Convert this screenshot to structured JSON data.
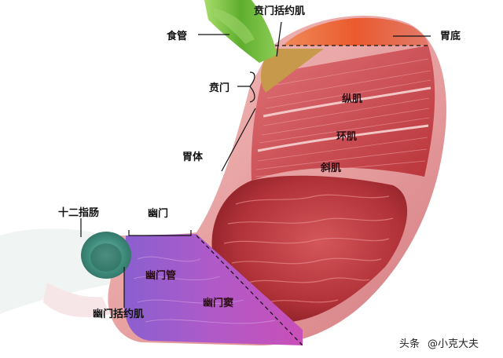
{
  "labels": {
    "cardia_sphincter": "贲门括约肌",
    "esophagus": "食管",
    "fundus": "胃底",
    "cardia": "贲门",
    "longitudinal_muscle": "纵肌",
    "circular_muscle": "环肌",
    "oblique_muscle": "斜肌",
    "gastric_body": "胃体",
    "duodenum": "十二指肠",
    "pylorus": "幽门",
    "pyloric_canal": "幽门管",
    "pyloric_antrum": "幽门窦",
    "pyloric_sphincter": "幽门括约肌"
  },
  "watermark": {
    "source": "头条",
    "handle": "@小克大夫"
  },
  "colors": {
    "stomach_outer": "#e8a3a3",
    "stomach_inner": "#b8343a",
    "muscle": "#c9454e",
    "esophagus": "#6fbf3c",
    "fundus_accent": "#e8502a",
    "cardia_region": "#c69a4a",
    "pyloric_region": "#9a4fc4",
    "duodenum": "#3f8c7c"
  }
}
